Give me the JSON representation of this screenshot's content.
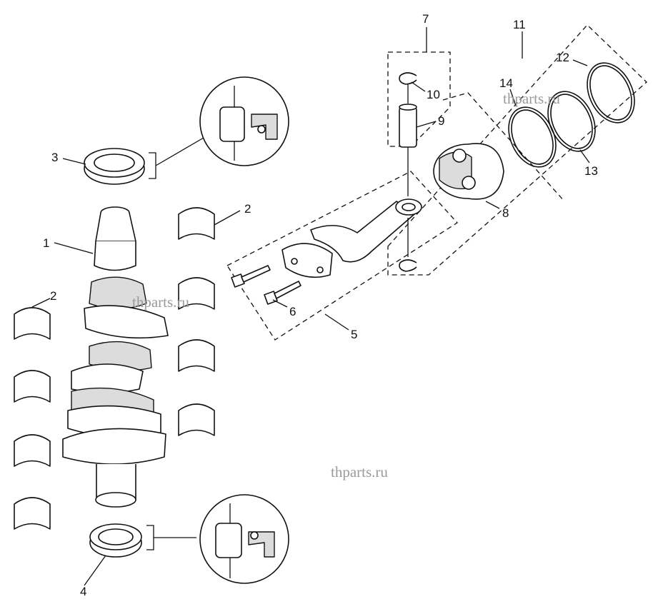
{
  "callouts": [
    {
      "id": "1",
      "text": "1"
    },
    {
      "id": "2a",
      "text": "2"
    },
    {
      "id": "2b",
      "text": "2"
    },
    {
      "id": "3",
      "text": "3"
    },
    {
      "id": "4",
      "text": "4"
    },
    {
      "id": "5",
      "text": "5"
    },
    {
      "id": "6",
      "text": "6"
    },
    {
      "id": "7",
      "text": "7"
    },
    {
      "id": "8",
      "text": "8"
    },
    {
      "id": "9",
      "text": "9"
    },
    {
      "id": "10",
      "text": "10"
    },
    {
      "id": "11",
      "text": "11"
    },
    {
      "id": "12",
      "text": "12"
    },
    {
      "id": "13",
      "text": "13"
    },
    {
      "id": "14",
      "text": "14"
    }
  ],
  "watermarks": [
    "thparts.ru",
    "thparts.ru",
    "thparts.ru"
  ]
}
